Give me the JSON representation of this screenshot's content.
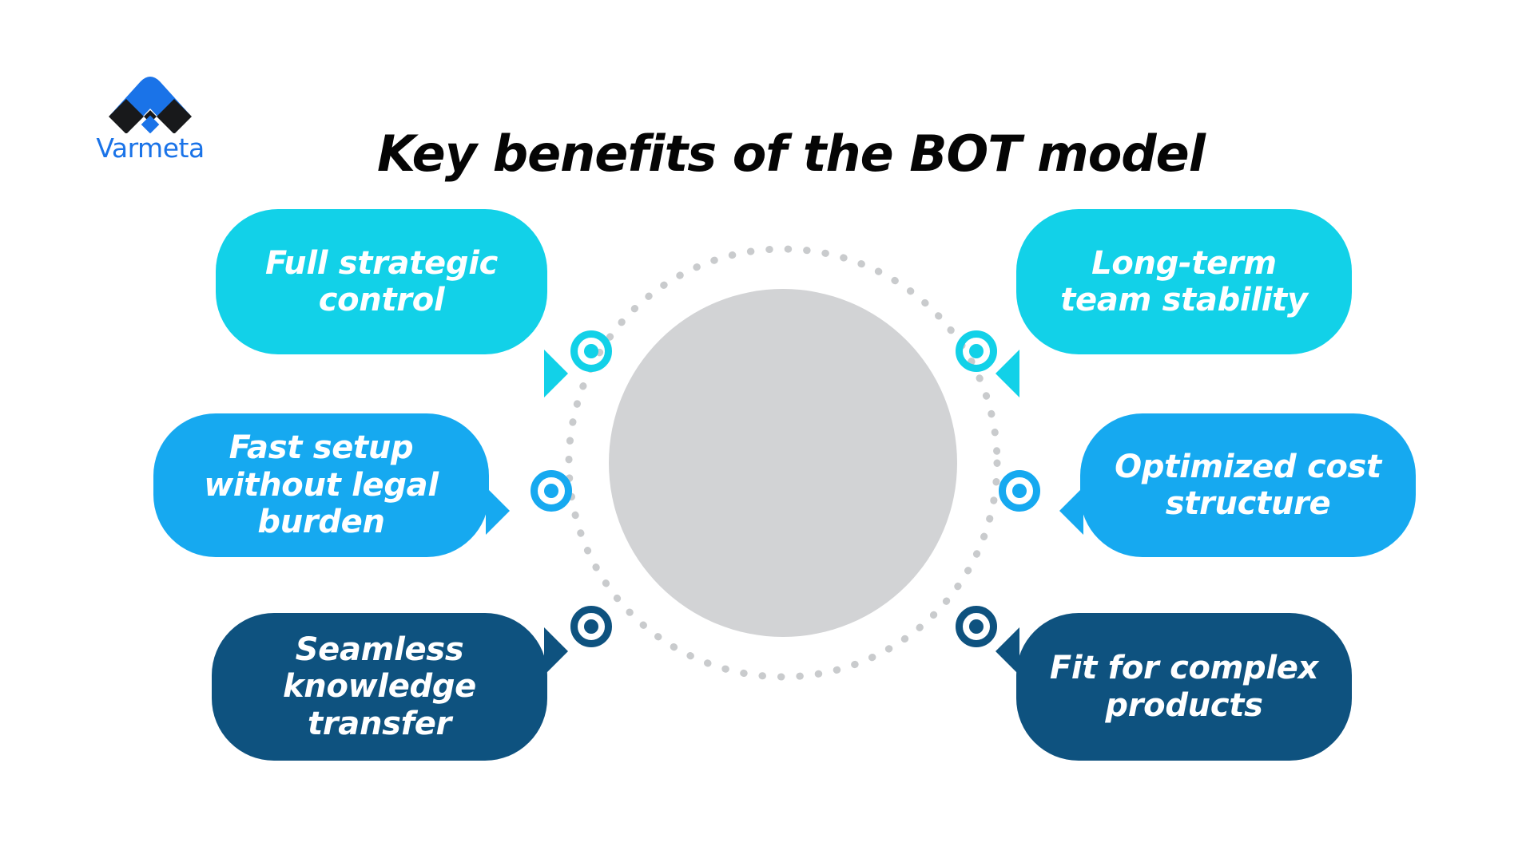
{
  "brand": {
    "name": "Varmeta",
    "logo_icon": "varmeta-chevron-logo",
    "mark_blue": "#1A73E8",
    "mark_dark": "#1A1A1A"
  },
  "header": {
    "title": "Key benefits of the BOT model"
  },
  "center": {
    "circle_color": "#D2D3D5",
    "ring_dot_color": "#C9CBCD",
    "ring_style": "dotted"
  },
  "benefits": [
    {
      "id": "full-strategic-control",
      "label": "Full strategic control",
      "side": "left",
      "row": 1,
      "color": "#12D1E8"
    },
    {
      "id": "fast-setup-without-legal-burden",
      "label": "Fast setup without legal burden",
      "side": "left",
      "row": 2,
      "color": "#16A9F0"
    },
    {
      "id": "seamless-knowledge-transfer",
      "label": "Seamless knowledge transfer",
      "side": "left",
      "row": 3,
      "color": "#0E527F"
    },
    {
      "id": "long-term-team-stability",
      "label": "Long-term team stability",
      "side": "right",
      "row": 1,
      "color": "#12D1E8"
    },
    {
      "id": "optimized-cost-structure",
      "label": "Optimized cost structure",
      "side": "right",
      "row": 2,
      "color": "#16A9F0"
    },
    {
      "id": "fit-for-complex-products",
      "label": "Fit for complex products",
      "side": "right",
      "row": 3,
      "color": "#0E527F"
    }
  ]
}
